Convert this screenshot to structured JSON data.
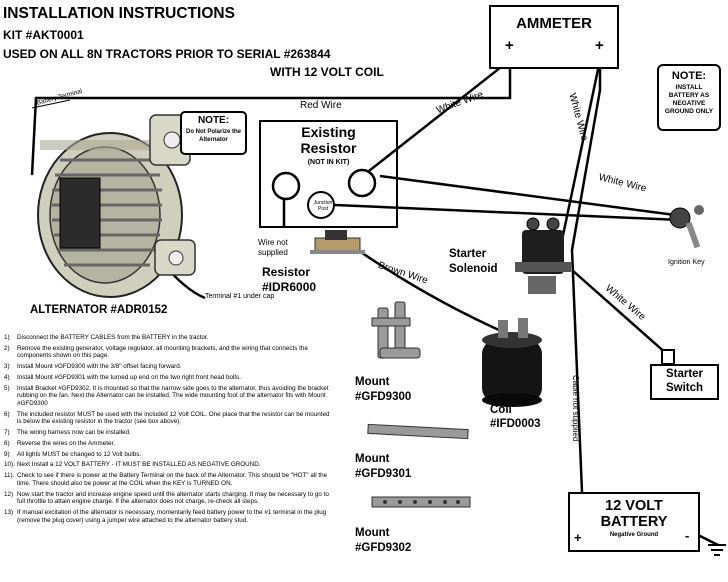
{
  "header": {
    "title": "INSTALLATION INSTRUCTIONS",
    "kit": "KIT #AKT0001",
    "used_on": "USED ON ALL 8N TRACTORS PRIOR TO SERIAL #263844",
    "coil_note": "WITH 12 VOLT COIL"
  },
  "ammeter": {
    "label": "AMMETER",
    "plus_left": "+",
    "plus_right": "+"
  },
  "note_battery": {
    "title": "NOTE:",
    "text": "INSTALL BATTERY AS NEGATIVE GROUND ONLY"
  },
  "note_alternator": {
    "title": "NOTE:",
    "text": "Do Not Polarize the Alternator"
  },
  "resistor_box": {
    "title_line1": "Existing",
    "title_line2": "Resistor",
    "subtitle": "(NOT IN KIT)",
    "junction": "Junction Post"
  },
  "wires": {
    "battery_terminal": "Battery Terminal",
    "red_wire": "Red Wire",
    "white_wire_1": "White Wire",
    "white_wire_2": "White Wire",
    "white_wire_3": "White Wire",
    "white_wire_4": "White Wire",
    "brown_wire": "Brown Wire",
    "wire_not_supplied_1": "Wire not",
    "wire_not_supplied_2": "supplied",
    "cable_not_supplied": "Cable not supplied",
    "terminal_1": "Terminal #1 under cap"
  },
  "parts": {
    "alternator": "ALTERNATOR #ADR0152",
    "resistor_line1": "Resistor",
    "resistor_line2": "#IDR6000",
    "starter_line1": "Starter",
    "starter_line2": "Solenoid",
    "ignition_key": "Ignition Key",
    "starter_switch_line1": "Starter",
    "starter_switch_line2": "Switch",
    "coil_line1": "Coil",
    "coil_line2": "#IFD0003",
    "mount_9300_line1": "Mount",
    "mount_9300_line2": "#GFD9300",
    "mount_9301_line1": "Mount",
    "mount_9301_line2": "#GFD9301",
    "mount_9302_line1": "Mount",
    "mount_9302_line2": "#GFD9302"
  },
  "battery": {
    "line1": "12 VOLT",
    "line2": "BATTERY",
    "subtitle": "Negative Ground",
    "plus": "+",
    "minus": "-"
  },
  "steps": [
    {
      "n": "1)",
      "text": "Disconnect the BATTERY CABLES from the BATTERY in the tractor."
    },
    {
      "n": "2)",
      "text": "Remove the existing generator, voltage regulator, all mounting brackets, and the wiring that connects the components shown on this page."
    },
    {
      "n": "3)",
      "text": "Install Mount #GFD9300 with the 3/8\" offset facing forward."
    },
    {
      "n": "4)",
      "text": "Install Mount #GFD9301 with the turned up end on the two right front head bolts."
    },
    {
      "n": "5)",
      "text": "Install Bracket #GFD9302. It is mounted so that the narrow side goes to the alternator, thus avoiding the bracket rubbing on the fan. Next the Alternator can be installed. The wide mounting foot of the alternator fits with Mount #GFD9300"
    },
    {
      "n": "6)",
      "text": "The included resistor MUST be used with the included 12 Volt COIL. One place that the resistor can be mounted is below the existing resistor in the tractor (see box above)."
    },
    {
      "n": "7)",
      "text": "The wiring harness now can be installed."
    },
    {
      "n": "8)",
      "text": "Reverse the wires on the Ammeter."
    },
    {
      "n": "9)",
      "text": "All lights MUST be changed to 12 Volt bulbs."
    },
    {
      "n": "10).",
      "text": "Next Install a 12 VOLT BATTERY - IT MUST BE INSTALLED AS NEGATIVE GROUND."
    },
    {
      "n": "11).",
      "text": "Check to see if there is power at the Battery Terminal on the back of the Alternator. This should be \"HOT\" all the time. There should also be power at the COIL when the KEY is TURNED ON."
    },
    {
      "n": "12)",
      "text": "Now start the tractor and increase engine speed until the alternator starts charging. It may be necessary to go to full throttle to attain engine charge. If the alternator does not charge, re-check all steps."
    },
    {
      "n": "13)",
      "text": "If manual excitation of the alternator is necessary, momentarily feed battery power to the #1 terminal in the plug (remove the plug cover) using a jumper wire attached to the alternator battery stud."
    }
  ]
}
